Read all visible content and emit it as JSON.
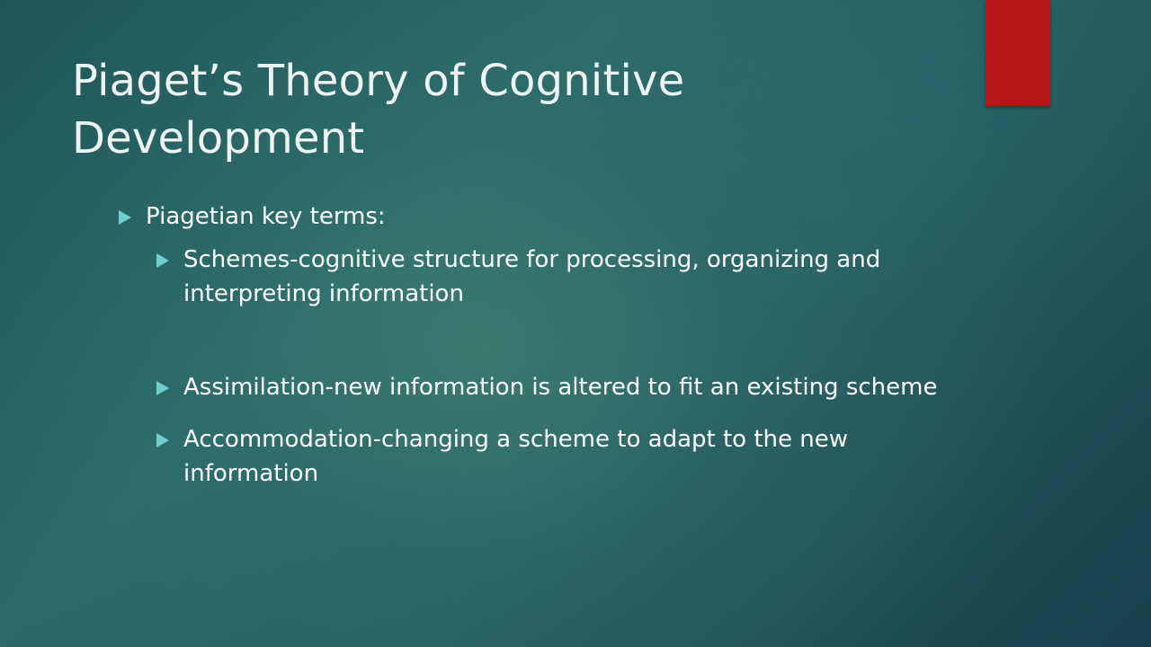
{
  "slide": {
    "title": "Piaget’s Theory of Cognitive Development",
    "accent_color": "#b31717",
    "bullet_color": "#6fcfcf",
    "bullet_icon": "triangle-right-icon",
    "items": [
      {
        "text": "Piagetian key terms:",
        "level": 1
      },
      {
        "text": "Schemes-cognitive structure for processing, organizing and interpreting information",
        "level": 2
      },
      {
        "text": "Assimilation-new information is altered to fit an existing scheme",
        "level": 2
      },
      {
        "text": "Accommodation-changing a scheme to adapt to the new information",
        "level": 2
      }
    ]
  }
}
